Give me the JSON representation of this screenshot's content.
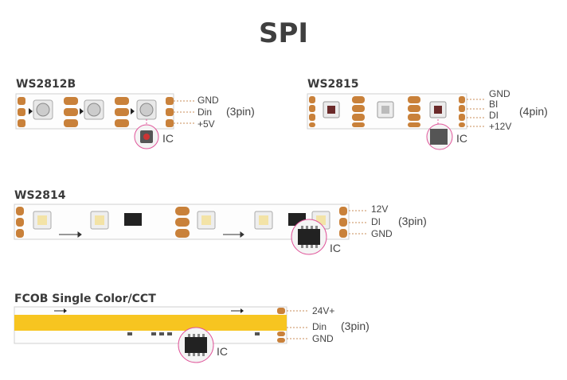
{
  "title": "SPI",
  "strips": [
    {
      "name": "WS2812B",
      "wires": [
        "GND",
        "Din",
        "+5V"
      ],
      "pin_count": "(3pin)",
      "ic_label": "IC"
    },
    {
      "name": "WS2815",
      "wires": [
        "GND",
        "BI",
        "DI",
        "+12V"
      ],
      "pin_count": "(4pin)",
      "ic_label": "IC"
    },
    {
      "name": "WS2814",
      "wires": [
        "12V",
        "DI",
        "GND"
      ],
      "pin_count": "(3pin)",
      "ic_label": "IC"
    },
    {
      "name": "FCOB Single Color/CCT",
      "wires": [
        "24V+",
        "Din",
        "GND"
      ],
      "pin_count": "(3pin)",
      "ic_label": "IC"
    }
  ],
  "colors": {
    "pad": "#c9813a",
    "strip_border": "#cfcfcf",
    "cob": "#f7c520",
    "callout": "#e0559a"
  }
}
